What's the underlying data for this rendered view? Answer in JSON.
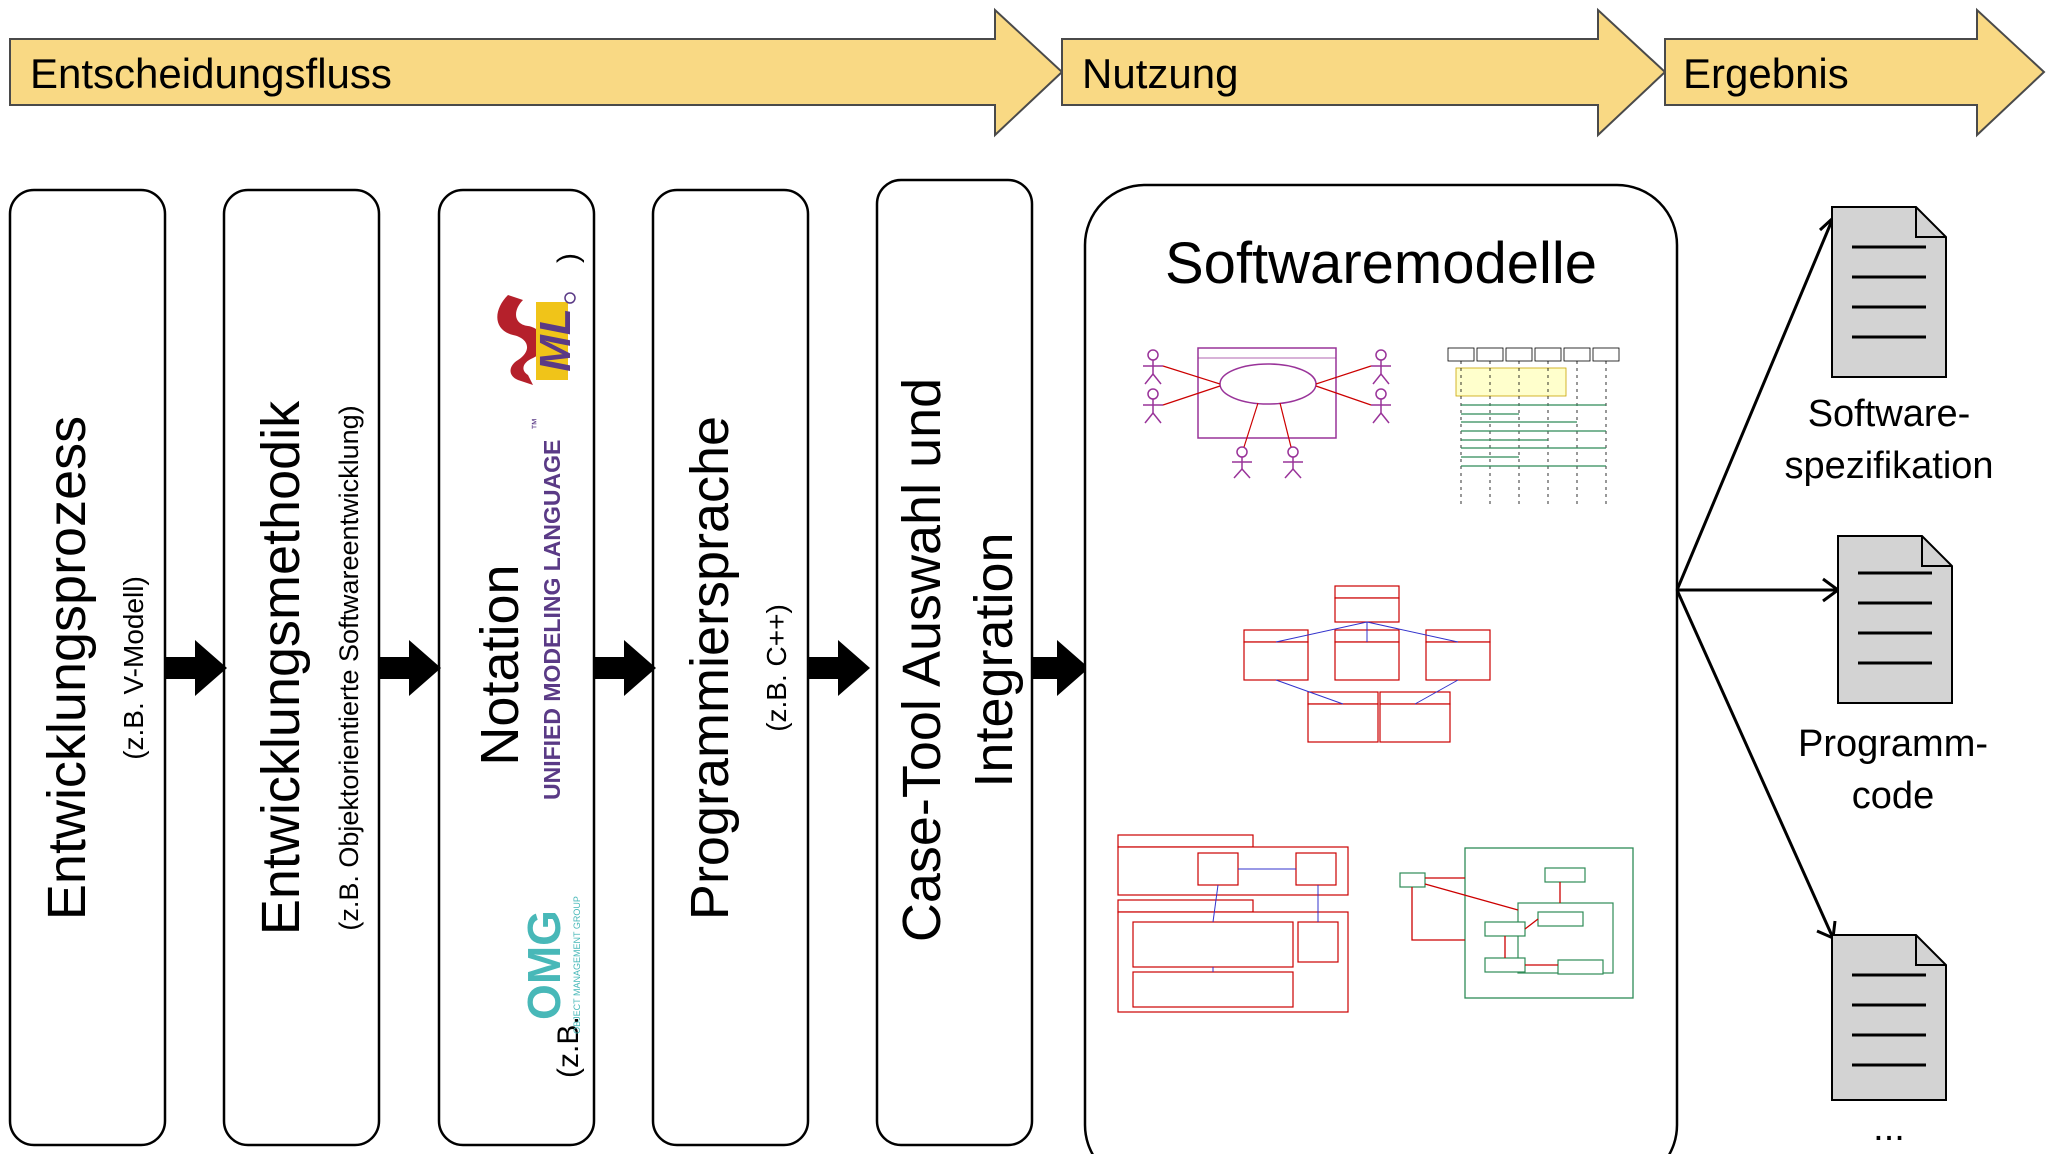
{
  "phases": [
    {
      "label": "Entscheidungsfluss"
    },
    {
      "label": "Nutzung"
    },
    {
      "label": "Ergebnis"
    }
  ],
  "steps": [
    {
      "title": "Entwicklungsprozess",
      "subtitle": "(z.B. V-Modell)"
    },
    {
      "title": "Entwicklungsmethodik",
      "subtitle": "(z.B. Objektorientierte Softwareentwicklung)"
    },
    {
      "title": "Notation",
      "subtitle_prefix": "(z.B.",
      "subtitle_suffix": ")",
      "logo_text": "UNIFIED MODELING LANGUAGE",
      "logo_tm": "™",
      "omg_text": "OMG",
      "omg_small": "OBJECT MANAGEMENT GROUP"
    },
    {
      "title": "Programmiersprache",
      "subtitle": "(z.B. C++)"
    },
    {
      "title_line1": "Case-Tool Auswahl und",
      "title_line2": "Integration"
    }
  ],
  "models": {
    "title": "Softwaremodelle"
  },
  "results": [
    {
      "line1": "Software-",
      "line2": "spezifikation"
    },
    {
      "line1": "Programm-",
      "line2": "code"
    },
    {
      "line1": "..."
    }
  ],
  "colors": {
    "phase_fill": "#f9d984",
    "phase_stroke": "#4a4a4a",
    "doc_fill": "#d3d3d3",
    "uml_red": "#cc0000",
    "uml_green": "#2e8b57",
    "uml_purple": "#993399"
  }
}
